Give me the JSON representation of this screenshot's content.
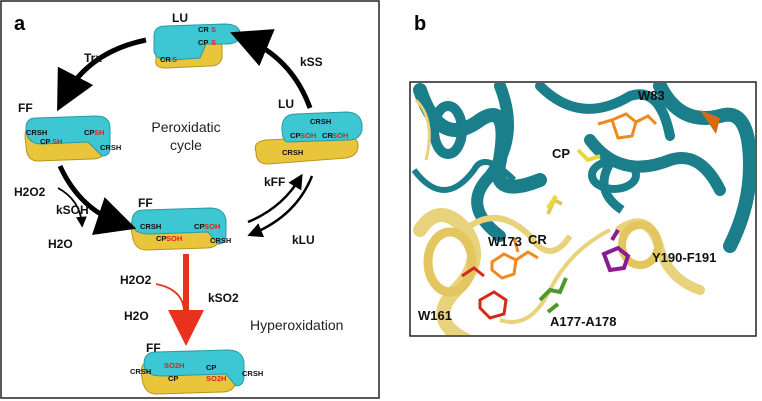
{
  "panel_a": {
    "letter": "a",
    "state_lu_top": "LU",
    "state_ff_left": "FF",
    "state_lu_right": "LU",
    "state_ff_center": "FF",
    "state_ff_bottom": "FF",
    "arrow_trx": "Trx",
    "arrow_kss": "kSS",
    "arrow_kff": "kFF",
    "arrow_klu": "kLU",
    "arrow_ksoh": "kSOH",
    "arrow_kso2": "kSO2",
    "h2o2_1": "H2O2",
    "h2o_1": "H2O",
    "h2o2_2": "H2O2",
    "h2o_2": "H2O",
    "cycle_line1": "Peroxidatic",
    "cycle_line2": "cycle",
    "hyper_label": "Hyperoxidation",
    "lu_top_cr": "CR",
    "lu_top_cp": "CP",
    "lu_top_cr2": "CR",
    "lu_top_s1": "S",
    "lu_top_s2": "S",
    "lu_top_s3": "S",
    "ff_left_crsh": "CRSH",
    "ff_left_cp": "CP",
    "ff_left_sh": "SH",
    "ff_left_cp2": "CP",
    "ff_left_sh2": "SH",
    "ff_left_crsh2": "CRSH",
    "lu_right_crsh": "CRSH",
    "lu_right_cp": "CP",
    "lu_right_soh": "SOH",
    "lu_right_cr": "CR",
    "lu_right_soh2": "SOH",
    "lu_right_crsh2": "CRSH",
    "ff_center_crsh": "CRSH",
    "ff_center_cp": "CP",
    "ff_center_soh": "SOH",
    "ff_center_cp2": "CP",
    "ff_center_soh2": "SOH",
    "ff_center_crsh2": "CRSH",
    "ff_bottom_crsh": "CRSH",
    "ff_bottom_so2h": "SO2H",
    "ff_bottom_cp": "CP",
    "ff_bottom_cp2": "CP",
    "ff_bottom_so2h2": "SO2H",
    "ff_bottom_crsh2": "CRSH"
  },
  "panel_b": {
    "letter": "b",
    "label_w83": "W83",
    "label_cp": "CP",
    "label_cr": "CR",
    "label_w173": "W173",
    "label_y190": "Y190-F191",
    "label_w161": "W161",
    "label_a177": "A177-A178"
  },
  "colors": {
    "cyan": "#3cc7d2",
    "yellow": "#e8c53a",
    "teal": "#1a7f8a",
    "pale_yellow": "#e9d27c",
    "orange": "#f08a1e",
    "red": "#d42a1a",
    "purple": "#8a1c8f",
    "green": "#4a9a2a",
    "arrow_red": "#e8321e"
  }
}
